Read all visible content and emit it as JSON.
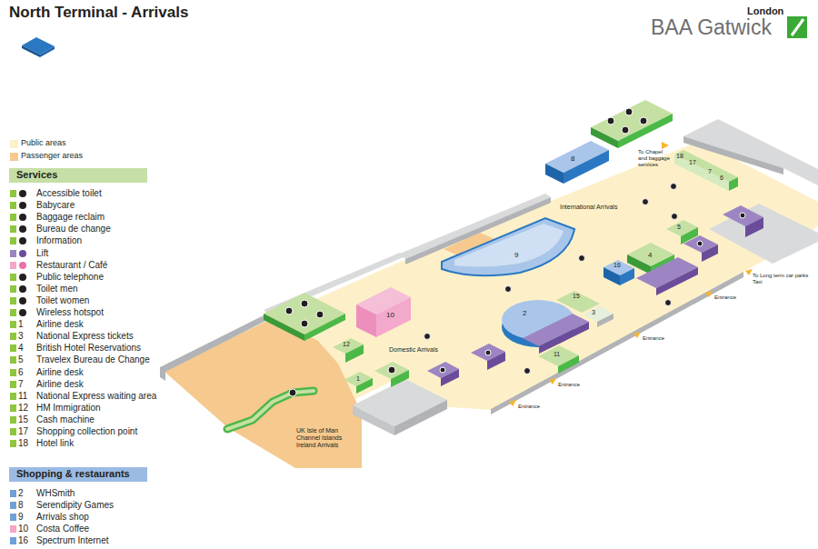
{
  "diagram": {
    "title": "North Terminal - Arrivals",
    "nodes": [
      {
        "text": [
          "Services"
        ]
      },
      {
        "text": [
          "Shopping & restaurants"
        ]
      }
    ],
    "labels": [
      "London",
      "BAA Gatwick",
      "International Arrivals",
      "Domestic Arrivals",
      "UK Isle of Man Channel Islands Ireland Arrivals",
      "To Chapel and baggage services",
      "To Long term car parks Taxi",
      "Entrance",
      "Entrance",
      "Entrance",
      "Entrance",
      "8",
      "18",
      "17",
      "7",
      "6",
      "5",
      "9",
      "4",
      "16",
      "15",
      "2",
      "3",
      "10",
      "12",
      "11",
      "1",
      "1",
      "3",
      "4",
      "5",
      "6",
      "7",
      "11",
      "12",
      "15",
      "17",
      "18",
      "2",
      "8",
      "9",
      "10",
      "16"
    ],
    "legend": [
      {
        "text": "Public areas",
        "color": "#fdf0c8"
      },
      {
        "text": "Passenger areas",
        "color": "#f6c98f"
      },
      {
        "text": "Accessible toilet"
      },
      {
        "text": "Babycare"
      },
      {
        "text": "Baggage reclaim"
      },
      {
        "text": "Bureau de change"
      },
      {
        "text": "Information"
      },
      {
        "text": "Lift"
      },
      {
        "text": "Restaurant / Café"
      },
      {
        "text": "Public telephone"
      },
      {
        "text": "Toilet men"
      },
      {
        "text": "Toilet women"
      },
      {
        "text": "Wireless hotspot"
      },
      {
        "text": "Airline desk",
        "color": "#8dc63f"
      },
      {
        "text": "National Express tickets",
        "color": "#8dc63f"
      },
      {
        "text": "British Hotel Reservations",
        "color": "#8dc63f"
      },
      {
        "text": "Travelex Bureau de Change",
        "color": "#8dc63f"
      },
      {
        "text": "Airline desk",
        "color": "#8dc63f"
      },
      {
        "text": "Airline desk",
        "color": "#8dc63f"
      },
      {
        "text": "National Express waiting area",
        "color": "#8dc63f"
      },
      {
        "text": "HM Immigration",
        "color": "#8dc63f"
      },
      {
        "text": "Cash machine",
        "color": "#8dc63f"
      },
      {
        "text": "Shopping collection point",
        "color": "#8dc63f"
      },
      {
        "text": "Hotel link",
        "color": "#8dc63f"
      },
      {
        "text": "WHSmith",
        "color": "#6fa0d8"
      },
      {
        "text": "Serendipity Games",
        "color": "#6fa0d8"
      },
      {
        "text": "Arrivals shop",
        "color": "#6fa0d8"
      },
      {
        "text": "Costa Coffee",
        "color": "#f4a6c8"
      },
      {
        "text": "Spectrum Internet",
        "color": "#6fa0d8"
      }
    ]
  }
}
